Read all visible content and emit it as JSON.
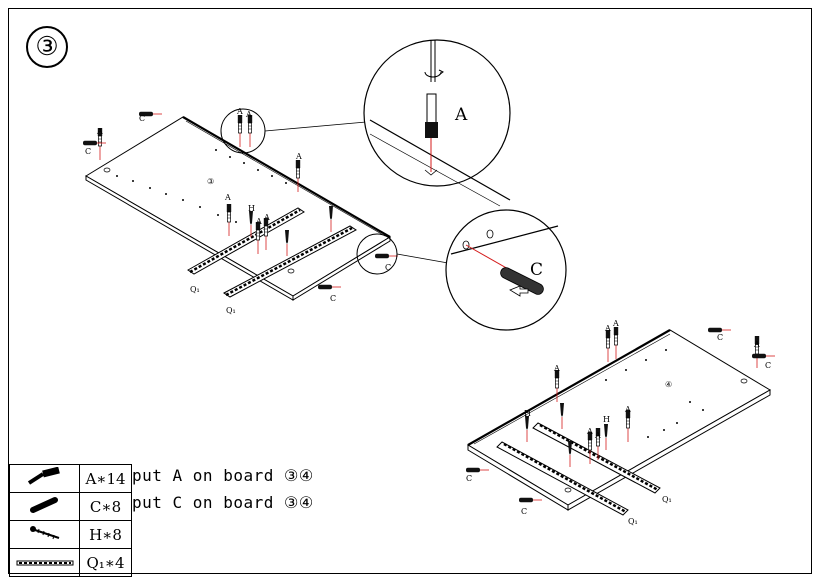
{
  "step_number": "③",
  "callouts": {
    "top": "A",
    "side": "C"
  },
  "board_labels": {
    "left": "③",
    "right": "④"
  },
  "hardware_labels": {
    "a": "A",
    "c": "C",
    "h": "H",
    "q": "Q₁"
  },
  "parts": [
    {
      "icon": "cam-bolt-icon",
      "qty": "A∗14"
    },
    {
      "icon": "dowel-icon",
      "qty": "C∗8"
    },
    {
      "icon": "screw-icon",
      "qty": "H∗8"
    },
    {
      "icon": "drawer-slide-icon",
      "qty": "Q₁∗4"
    }
  ],
  "instructions": [
    "put A on board ③④",
    "put C on board ③④"
  ],
  "colors": {
    "guide_line": "#d41b1b",
    "ink": "#000000"
  }
}
